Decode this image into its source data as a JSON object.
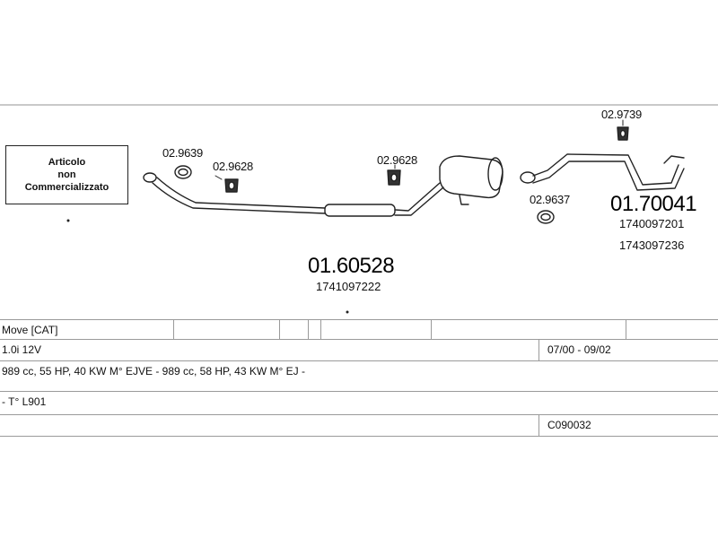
{
  "diagram": {
    "not_sold_box": [
      "Articolo",
      "non",
      "Commercializzato"
    ],
    "part_codes": {
      "c1": "02.9639",
      "c2": "02.9628",
      "c3": "02.9628",
      "c4": "02.9739",
      "c5": "02.9637"
    },
    "main_parts": {
      "p1": {
        "code": "01.60528",
        "oe": "1741097222"
      },
      "p2": {
        "code": "01.70041",
        "oe1": "1740097201",
        "oe2": "1743097236"
      }
    }
  },
  "table": {
    "model": "Move  [CAT]",
    "engine": "1.0i 12V",
    "years": "07/00 - 09/02",
    "specs": "989 cc, 55 HP, 40 KW M° EJVE - 989 cc, 58 HP, 43 KW M° EJ -",
    "type": "- T° L901",
    "ref": "C090032"
  }
}
